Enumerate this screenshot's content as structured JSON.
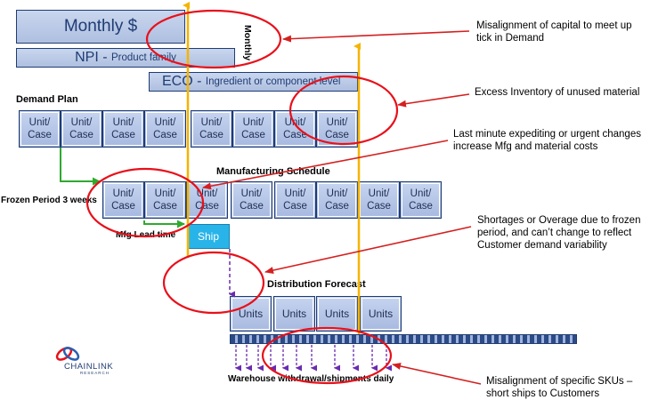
{
  "header_boxes": {
    "monthly": "Monthly $",
    "npi_main": "NPI - ",
    "npi_sub": "Product family",
    "eco_main": "ECO - ",
    "eco_sub": "Ingredient or component level"
  },
  "vertical_label": "Monthly",
  "demand_plan": {
    "title": "Demand Plan",
    "cells": [
      "Unit/\nCase",
      "Unit/\nCase",
      "Unit/\nCase",
      "Unit/\nCase",
      "Unit/\nCase",
      "Unit/\nCase",
      "Unit/\nCase",
      "Unit/\nCase"
    ]
  },
  "manufacturing_schedule": {
    "title": "Manufacturing Schedule",
    "cells": [
      "Unit/\nCase",
      "Unit/\nCase",
      "Unit/\nCase",
      "Unit/\nCase",
      "Unit/\nCase",
      "Unit/\nCase",
      "Unit/\nCase",
      "Unit/\nCase"
    ]
  },
  "frozen_period": "Frozen Period 3 weeks",
  "mfg_lead_time": "Mfg Lead time",
  "ship": "Ship",
  "distribution_forecast": {
    "title": "Distribution Forecast",
    "cells": [
      "Units",
      "Units",
      "Units",
      "Units"
    ]
  },
  "warehouse_label": "Warehouse withdrawal/shipments daily",
  "logo": {
    "name": "CHAINLINK",
    "sub": "RESEARCH"
  },
  "annotations": [
    "Misalignment of capital to meet up tick in Demand",
    "Excess Inventory of unused material",
    "Last minute expediting or urgent changes increase Mfg and material costs",
    "Shortages or Overage due to frozen period, and can’t change to reflect Customer demand variability",
    "Misalignment of specific SKUs – short ships to Customers"
  ],
  "colors": {
    "box_border": "#1f3c73",
    "ellipse": "#e8101a",
    "pointer_arrow": "#d42020",
    "vertical_arrow": "#f5b400",
    "green_arrow": "#2eaa2e",
    "purple_arrow": "#6a2bb0",
    "ship_fill": "#28b4e8"
  }
}
